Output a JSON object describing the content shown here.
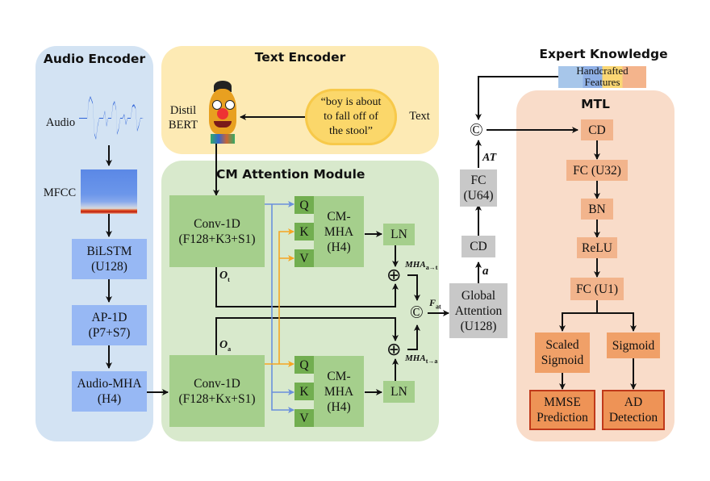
{
  "panels": {
    "audio_encoder": "Audio Encoder",
    "text_encoder": "Text Encoder",
    "cm_attention": "CM Attention Module",
    "expert_knowledge": "Expert Knowledge",
    "mtl": "MTL"
  },
  "audio": {
    "audio_label": "Audio",
    "mfcc_label": "MFCC",
    "bilstm": "BiLSTM\n(U128)",
    "ap1d": "AP-1D\n(P7+S7)",
    "audio_mha": "Audio-MHA\n(H4)"
  },
  "text": {
    "distilbert_label": "Distil\nBERT",
    "quote": "“boy is about\nto fall off of\nthe stool”",
    "text_label": "Text"
  },
  "cm": {
    "conv_text": "Conv-1D\n(F128+K3+S1)",
    "conv_audio": "Conv-1D\n(F128+Kx+S1)",
    "q": "Q",
    "k": "K",
    "v": "V",
    "cm_mha": "CM-\nMHA\n(H4)",
    "ln": "LN",
    "o_t": "O",
    "o_t_sub": "t",
    "o_a": "O",
    "o_a_sub": "a",
    "mha_top": "MHA",
    "mha_top_sub": "a→t",
    "mha_bottom": "MHA",
    "mha_bottom_sub": "t→a",
    "f_label": "F",
    "f_sub": "at",
    "add_symbol": "⊕",
    "concat_symbol": "©"
  },
  "fusion": {
    "global_attention": "Global\nAttention\n(U128)",
    "a_label": "a",
    "cd": "CD",
    "fc_u64": "FC\n(U64)",
    "at_label": "AT",
    "concat_symbol": "©"
  },
  "expert": {
    "handcrafted": "Handcrafted\nFeatures"
  },
  "mtl": {
    "cd": "CD",
    "fc_u32": "FC (U32)",
    "bn": "BN",
    "relu": "ReLU",
    "fc_u1": "FC (U1)",
    "scaled_sigmoid": "Scaled\nSigmoid",
    "sigmoid": "Sigmoid",
    "mmse": "MMSE\nPrediction",
    "ad": "AD\nDetection"
  },
  "colors": {
    "audio_panel": "#d3e3f3",
    "text_panel": "#fdeab4",
    "cm_panel": "#d8e9cc",
    "mtl_panel": "#f9dcc9",
    "blue_box": "#97b8f4",
    "green_box": "#a5cf8c",
    "gray_box": "#c8c8c8",
    "orange_box": "#f2b48c",
    "query_line": "#6a90dc",
    "key_line": "#f5a623"
  }
}
